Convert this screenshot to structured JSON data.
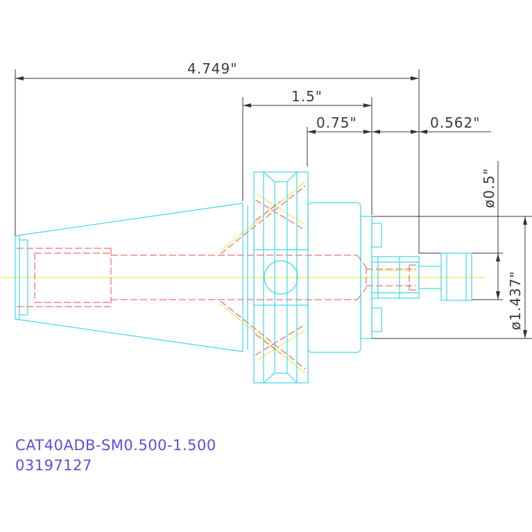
{
  "dimensions": {
    "overall_length": "4.749\"",
    "flange_to_tip": "1.5\"",
    "gauge_length": "0.75\"",
    "stub_length": "0.562\"",
    "shank_diameter": "ø0.5\"",
    "body_diameter": "ø1.437\""
  },
  "part": {
    "number": "CAT40ADB-SM0.500-1.500",
    "code": "03197127"
  },
  "colors": {
    "outline": "#3fd6e6",
    "hidden_lines": "#e8484a",
    "centerline": "#e6e23a",
    "dimension_lines": "#333333",
    "label_text": "#5a50d8"
  }
}
